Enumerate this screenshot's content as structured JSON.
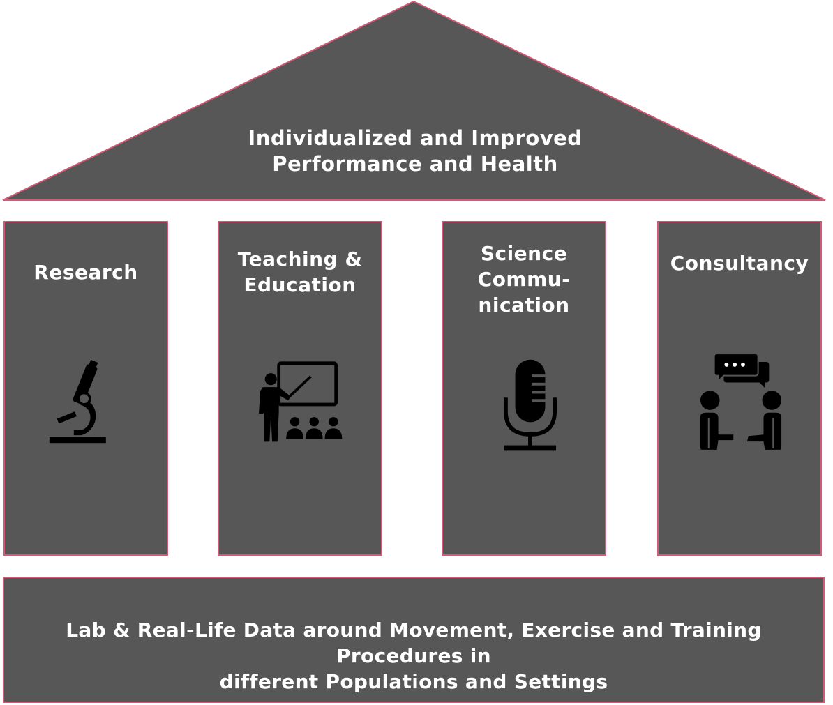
{
  "colors": {
    "fill": "#575757",
    "border": "#d35a76",
    "text": "#ffffff",
    "icon": "#000000"
  },
  "roof": {
    "lines": [
      "Individualized  and Improved",
      "Performance and Health"
    ]
  },
  "pillars": [
    {
      "lines": [
        "Research"
      ],
      "icon": "microscope-icon"
    },
    {
      "lines": [
        "Teaching &",
        "Education"
      ],
      "icon": "teacher-presentation-icon"
    },
    {
      "lines": [
        "Science",
        "Commu-",
        "nication"
      ],
      "icon": "microphone-icon"
    },
    {
      "lines": [
        "Consultancy"
      ],
      "icon": "conversation-icon"
    }
  ],
  "base": {
    "lines": [
      "Lab & Real-Life Data around Movement, Exercise and Training Procedures in",
      "different Populations and Settings"
    ]
  }
}
